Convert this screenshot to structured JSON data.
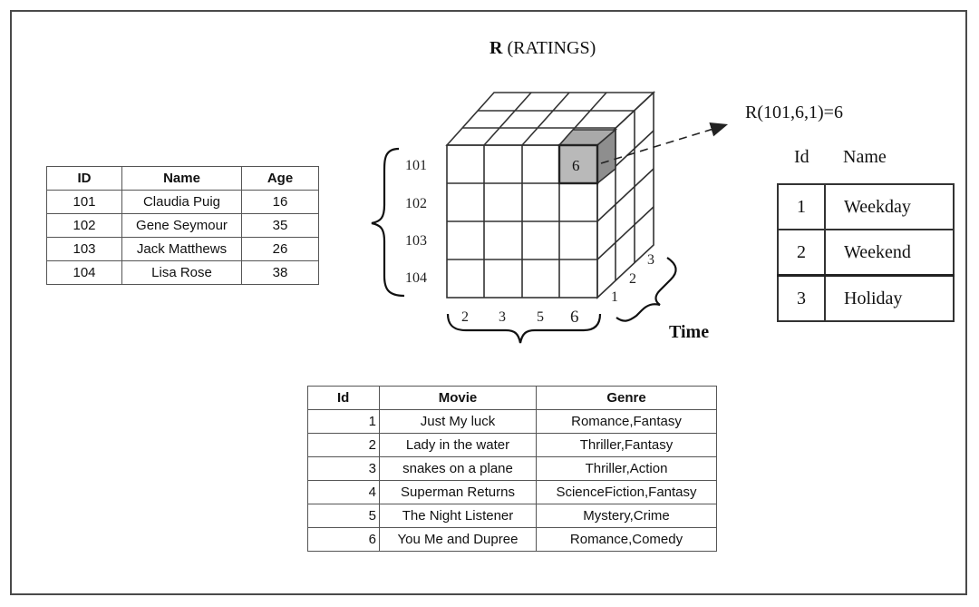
{
  "title": "R",
  "title_paren": "(RATINGS)",
  "formula": "R(101,6,1)=6",
  "highlight_value": "6",
  "users_table": {
    "headers": [
      "ID",
      "Name",
      "Age"
    ],
    "rows": [
      [
        "101",
        "Claudia Puig",
        "16"
      ],
      [
        "102",
        "Gene Seymour",
        "35"
      ],
      [
        "103",
        "Jack Matthews",
        "26"
      ],
      [
        "104",
        "Lisa Rose",
        "38"
      ]
    ]
  },
  "movies_table": {
    "headers": [
      "Id",
      "Movie",
      "Genre"
    ],
    "rows": [
      [
        "1",
        "Just My luck",
        "Romance,Fantasy"
      ],
      [
        "2",
        "Lady in the water",
        "Thriller,Fantasy"
      ],
      [
        "3",
        "snakes on a plane",
        "Thriller,Action"
      ],
      [
        "4",
        "Superman Returns",
        "ScienceFiction,Fantasy"
      ],
      [
        "5",
        "The Night Listener",
        "Mystery,Crime"
      ],
      [
        "6",
        "You Me and Dupree",
        "Romance,Comedy"
      ]
    ]
  },
  "time_table": {
    "headers": [
      "Id",
      "Name"
    ],
    "rows": [
      [
        "1",
        "Weekday"
      ],
      [
        "2",
        "Weekend"
      ],
      [
        "3",
        "Holiday"
      ]
    ]
  },
  "cube": {
    "user_labels": [
      "101",
      "102",
      "103",
      "104"
    ],
    "movie_labels": [
      "2",
      "3",
      "5",
      "6"
    ],
    "time_labels": [
      "1",
      "2",
      "3"
    ],
    "time_axis_label": "Time"
  }
}
